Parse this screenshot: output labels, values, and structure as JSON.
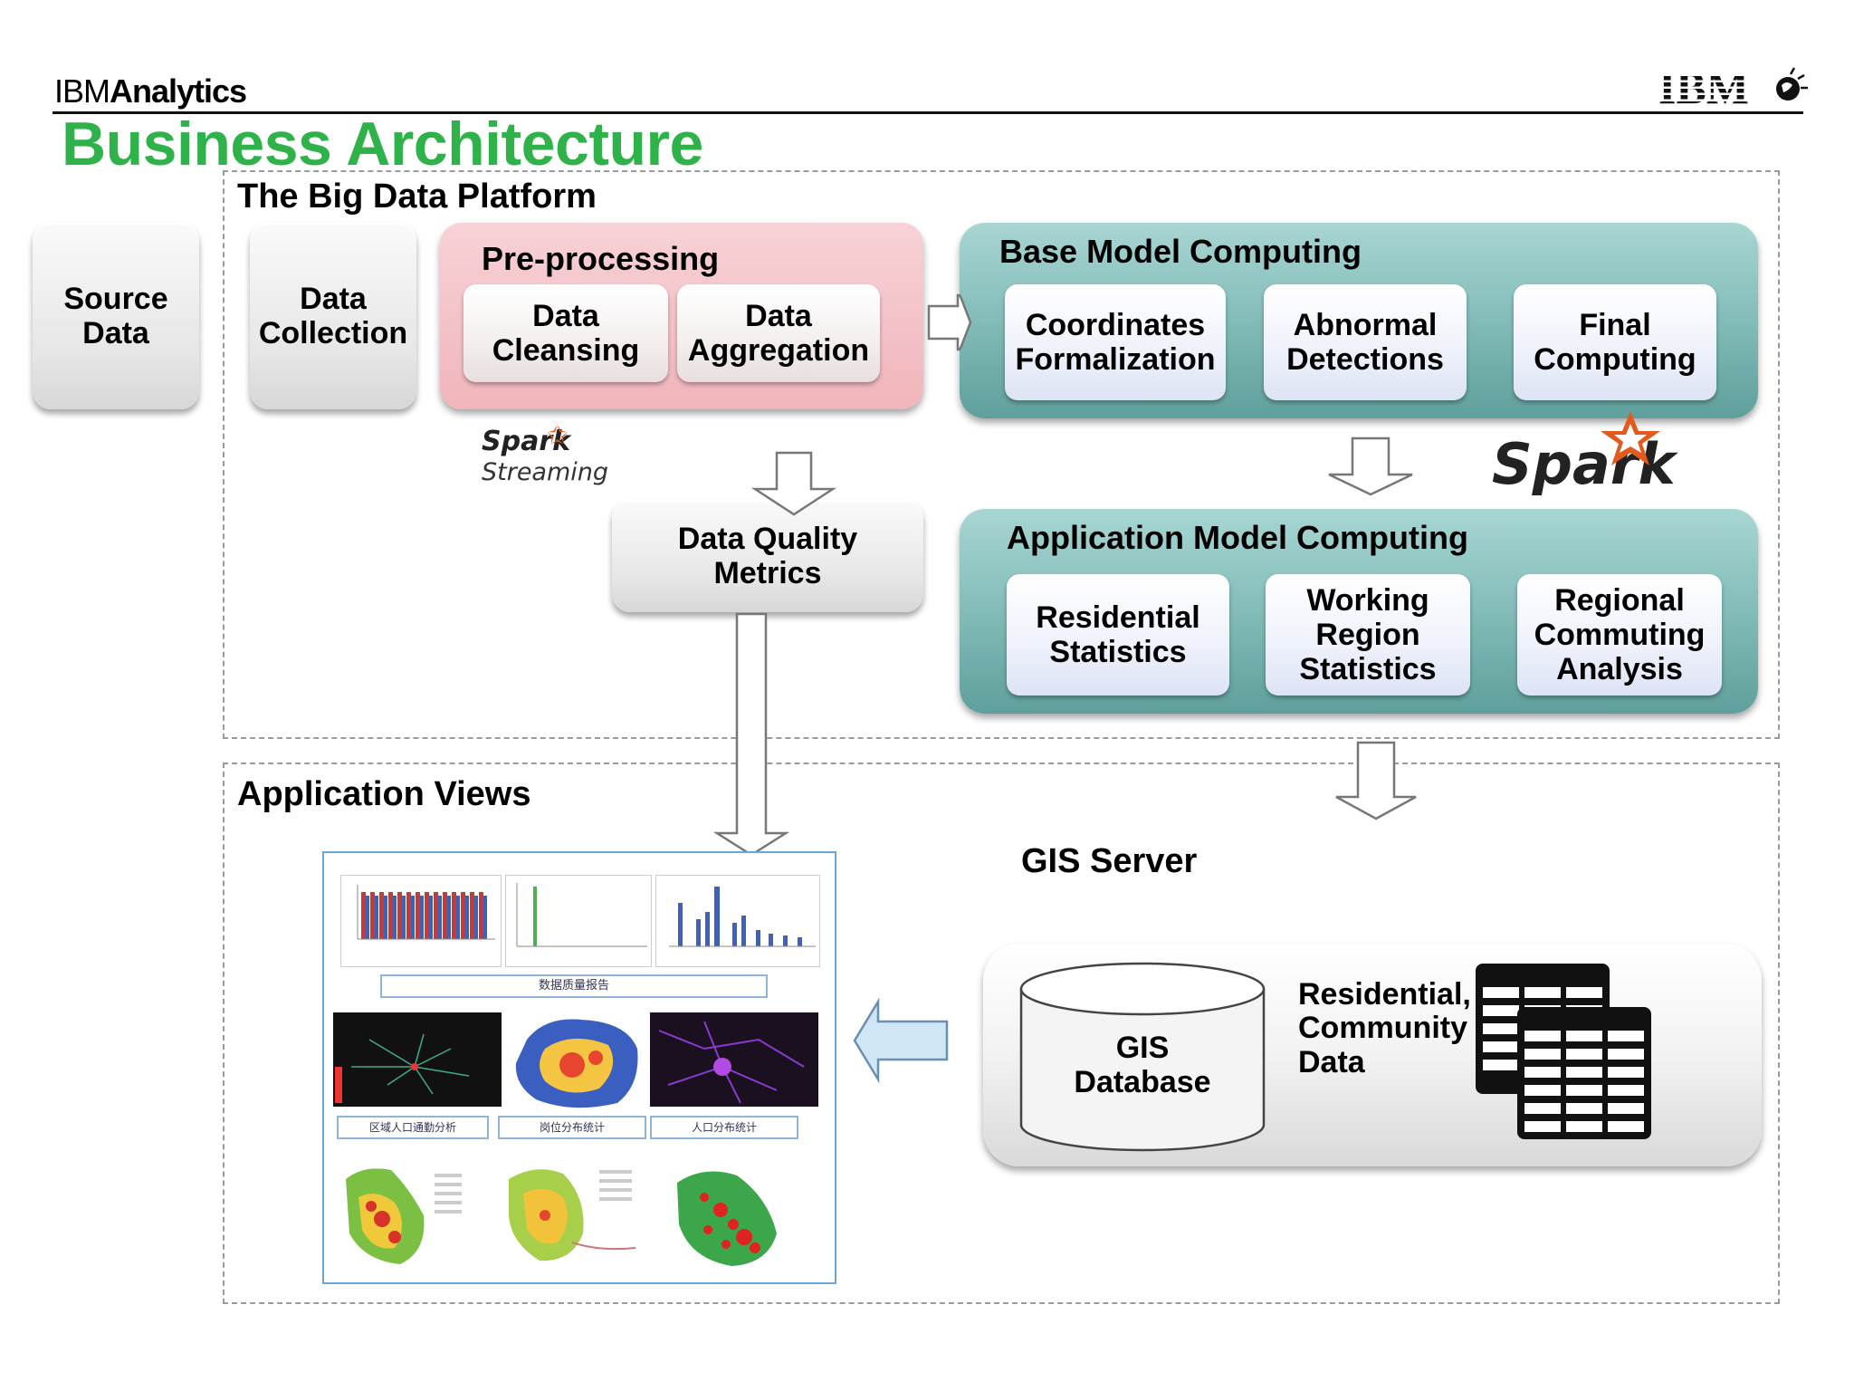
{
  "header": {
    "brand_prefix": "IBM",
    "brand_suffix": "Analytics",
    "title": "Business Architecture",
    "logo_text": "IBM"
  },
  "platform": {
    "title": "The Big Data Platform",
    "source_data": "Source\nData",
    "data_collection": "Data\nCollection",
    "preprocessing": {
      "title": "Pre-processing",
      "items": [
        "Data\nCleansing",
        "Data\nAggregation"
      ]
    },
    "spark_streaming": {
      "line1": "Spark",
      "line2": "Streaming"
    },
    "data_quality": "Data Quality\nMetrics",
    "base_model": {
      "title": "Base Model Computing",
      "items": [
        "Coordinates\nFormalization",
        "Abnormal\nDetections",
        "Final\nComputing"
      ]
    },
    "spark_logo": "Spark",
    "application_model": {
      "title": "Application Model Computing",
      "items": [
        "Residential\nStatistics",
        "Working\nRegion\nStatistics",
        "Regional\nCommuting\nAnalysis"
      ]
    }
  },
  "views": {
    "title": "Application Views",
    "gis_server": "GIS Server",
    "gis_database": "GIS\nDatabase",
    "residential_data": "Residential,\nCommunity\nData",
    "screenshot_captions": [
      "数据质量报告",
      "区域人口通勤分析",
      "岗位分布统计",
      "人口分布统计"
    ]
  },
  "colors": {
    "title_green": "#2fb24a",
    "pink": "#f0b5bb",
    "teal": "#7fb9b6",
    "arrow_blue": "#cfe6f5"
  }
}
